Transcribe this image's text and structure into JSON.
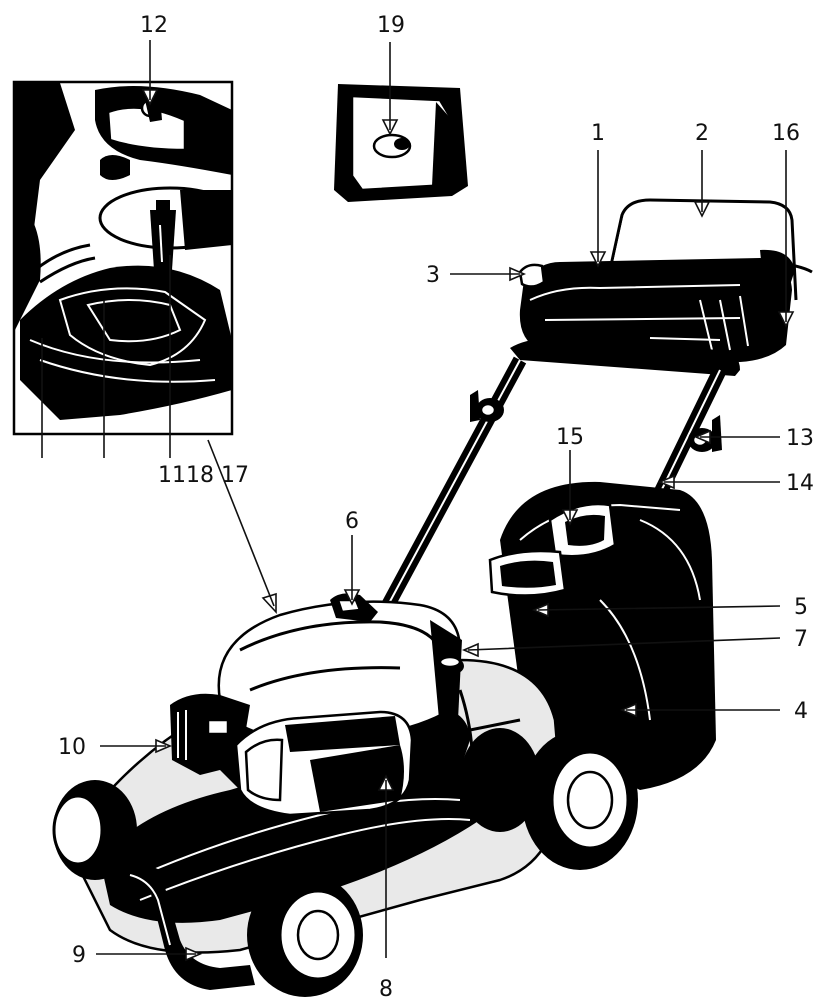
{
  "labels": {
    "l1": "1",
    "l2": "2",
    "l3": "3",
    "l4": "4",
    "l5": "5",
    "l6": "6",
    "l7": "7",
    "l8": "8",
    "l9": "9",
    "l10": "10",
    "l12": "12",
    "l13": "13",
    "l14": "14",
    "l15": "15",
    "l16": "16",
    "l19": "19",
    "bottom_inset": "1118 17"
  }
}
